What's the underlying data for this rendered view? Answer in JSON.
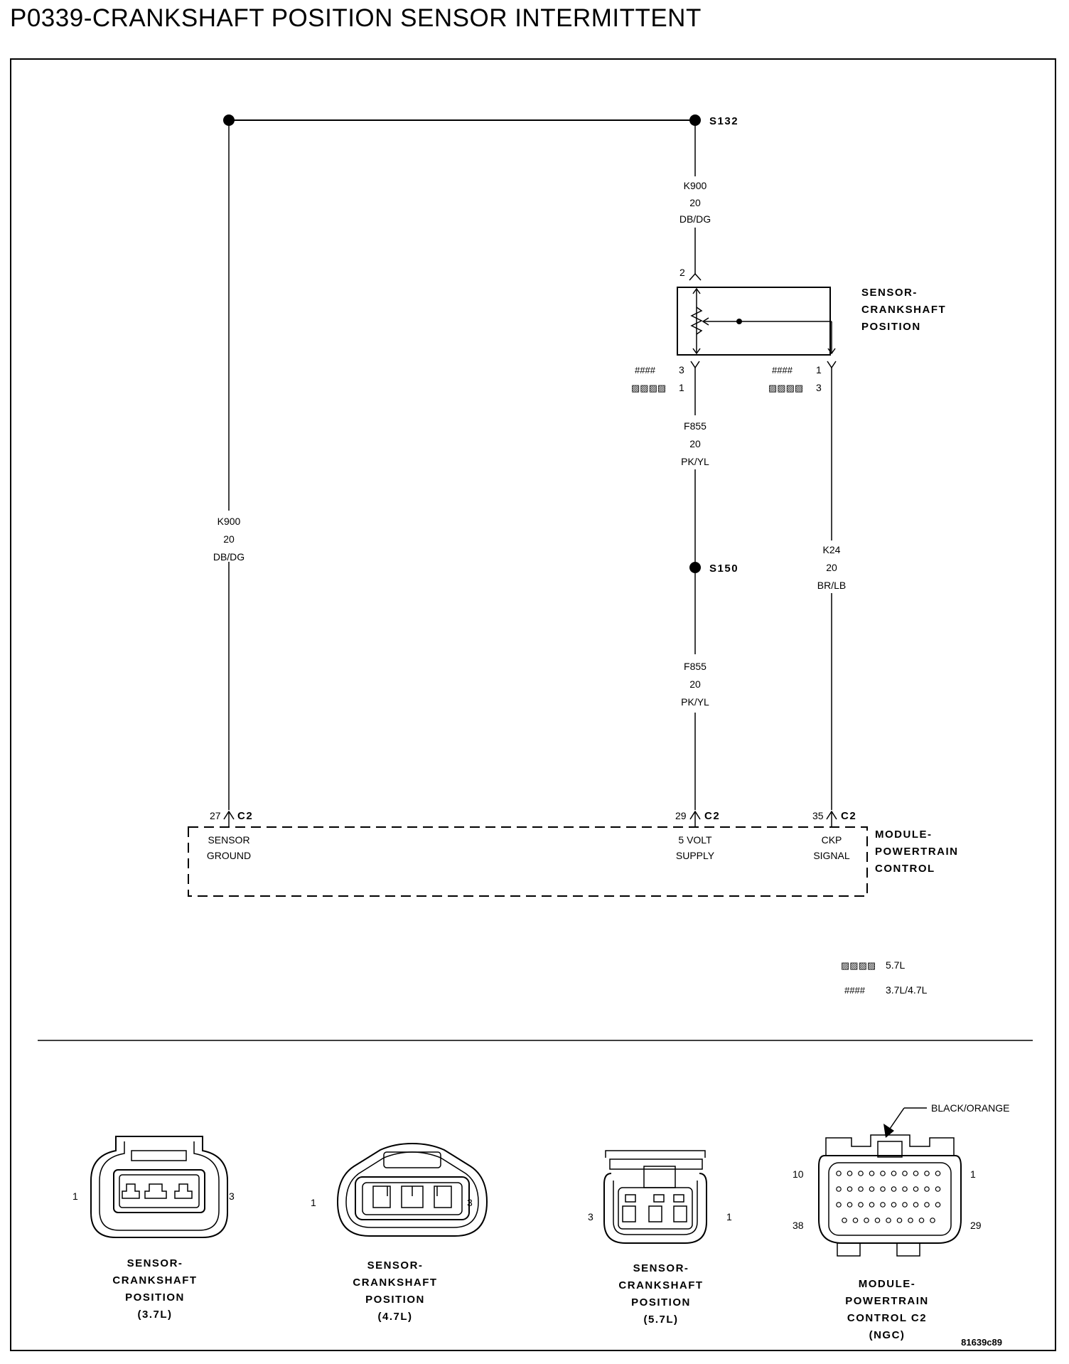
{
  "title": "P0339-CRANKSHAFT POSITION SENSOR INTERMITTENT",
  "splices": {
    "s132": "S132",
    "s150": "S150"
  },
  "wires": {
    "k900_left": {
      "circuit": "K900",
      "gauge": "20",
      "color": "DB/DG"
    },
    "k900_top": {
      "circuit": "K900",
      "gauge": "20",
      "color": "DB/DG"
    },
    "f855_upper": {
      "circuit": "F855",
      "gauge": "20",
      "color": "PK/YL"
    },
    "f855_lower": {
      "circuit": "F855",
      "gauge": "20",
      "color": "PK/YL"
    },
    "k24": {
      "circuit": "K24",
      "gauge": "20",
      "color": "BR/LB"
    }
  },
  "sensor": {
    "name_line1": "SENSOR-",
    "name_line2": "CRANKSHAFT",
    "name_line3": "POSITION",
    "pin_top": "2",
    "pin_left_37": "3",
    "pin_left_57": "1",
    "pin_right_37": "1",
    "pin_right_57": "3",
    "hash_symbol": "####",
    "box_symbol": "▨▨▨▨"
  },
  "pcm": {
    "name_line1": "MODULE-",
    "name_line2": "POWERTRAIN",
    "name_line3": "CONTROL",
    "connector": "C2",
    "pins": [
      {
        "num": "27",
        "label1": "SENSOR",
        "label2": "GROUND"
      },
      {
        "num": "29",
        "label1": "5 VOLT",
        "label2": "SUPPLY"
      },
      {
        "num": "35",
        "label1": "CKP",
        "label2": "SIGNAL"
      }
    ]
  },
  "legend": [
    {
      "symbol": "▨▨▨▨",
      "text": "5.7L"
    },
    {
      "symbol": "####",
      "text": "3.7L/4.7L"
    }
  ],
  "connectors": [
    {
      "l1": "SENSOR-",
      "l2": "CRANKSHAFT",
      "l3": "POSITION",
      "l4": "(3.7L)",
      "left_pin": "1",
      "right_pin": "3"
    },
    {
      "l1": "SENSOR-",
      "l2": "CRANKSHAFT",
      "l3": "POSITION",
      "l4": "(4.7L)",
      "left_pin": "1",
      "right_pin": "3"
    },
    {
      "l1": "SENSOR-",
      "l2": "CRANKSHAFT",
      "l3": "POSITION",
      "l4": "(5.7L)",
      "left_pin": "3",
      "right_pin": "1"
    },
    {
      "l1": "MODULE-",
      "l2": "POWERTRAIN",
      "l3": "CONTROL C2",
      "l4": "(NGC)",
      "pin_tl": "10",
      "pin_tr": "1",
      "pin_bl": "38",
      "pin_br": "29",
      "callout": "BLACK/ORANGE"
    }
  ],
  "figure_id": "81639c89"
}
